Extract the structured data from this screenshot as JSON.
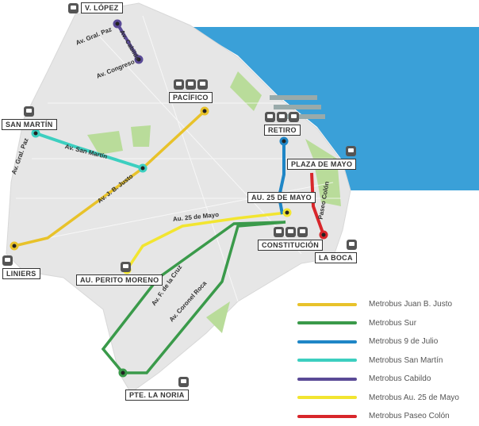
{
  "stations": {
    "v_lopez": "V. LÓPEZ",
    "pacifico": "PACÍFICO",
    "san_martin": "SAN MARTÍN",
    "retiro": "RETIRO",
    "plaza_de_mayo": "PLAZA DE MAYO",
    "au_25_de_mayo": "AU. 25 DE MAYO",
    "constitucion": "CONSTITUCIÓN",
    "la_boca": "LA BOCA",
    "liniers": "LINIERS",
    "au_perito_moreno": "AU. PERITO MORENO",
    "pte_la_noria": "PTE. LA NORIA"
  },
  "streets": {
    "gral_paz_top": "Av. Gral. Paz",
    "cabildo": "Av. Cabildo",
    "congreso": "Av. Congreso",
    "san_martin": "Av. San Martín",
    "jb_justo": "Av. J. B. Justo",
    "gral_paz_left": "Av. Gral. Paz",
    "au_25": "Au. 25 de Mayo",
    "f_cruz": "Av. F. de la Cruz",
    "coronel_roca": "Av. Coronel Roca",
    "paseo_colon": "Paseo Colón"
  },
  "colors": {
    "juan_b_justo": "#e8c22a",
    "sur": "#3a9a4a",
    "nueve_de_julio": "#1f86c6",
    "san_martin": "#3ccfc0",
    "cabildo": "#5a4a96",
    "au_25": "#f2e530",
    "paseo_colon": "#d8262b",
    "water": "#3aa0d8",
    "land": "#e6e6e6",
    "park": "#b9dc9a"
  },
  "legend": [
    {
      "label": "Metrobus Juan B. Justo",
      "color": "#e8c22a"
    },
    {
      "label": "Metrobus Sur",
      "color": "#3a9a4a"
    },
    {
      "label": "Metrobus 9 de Julio",
      "color": "#1f86c6"
    },
    {
      "label": "Metrobus San Martín",
      "color": "#3ccfc0"
    },
    {
      "label": "Metrobus Cabildo",
      "color": "#5a4a96"
    },
    {
      "label": "Metrobus Au. 25 de Mayo",
      "color": "#f2e530"
    },
    {
      "label": "Metrobus Paseo Colón",
      "color": "#d8262b"
    }
  ]
}
